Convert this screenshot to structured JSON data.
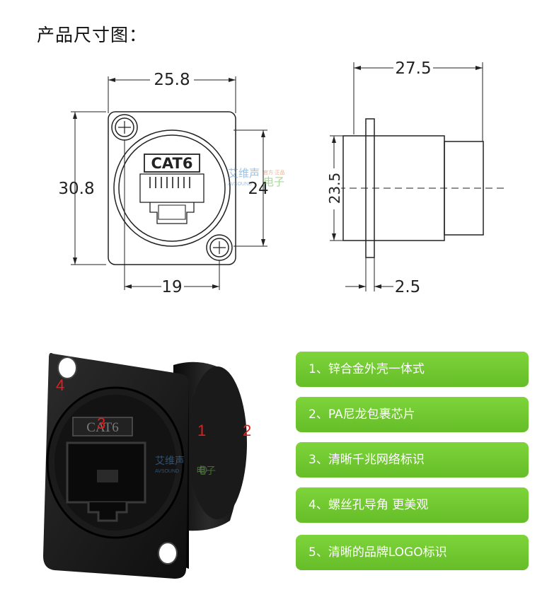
{
  "title": "产品尺寸图：",
  "dimensions": {
    "front_width": "25.8",
    "front_height": "30.8",
    "inner_height": "24",
    "hole_spacing": "19",
    "side_length": "27.5",
    "side_height": "23.5",
    "flange_thickness": "2.5",
    "jack_label": "CAT6"
  },
  "watermark": {
    "brand_cn": "艾维声",
    "brand_en": "AVSOUND",
    "badge": "官方·正品",
    "suffix": "电子"
  },
  "photo": {
    "jack_label": "CAT6",
    "callouts": [
      "4",
      "3",
      "1",
      "2"
    ]
  },
  "features": [
    "1、锌合金外壳一体式",
    "2、PA尼龙包裹芯片",
    "3、清晰千兆网络标识",
    "4、螺丝孔导角 更美观",
    "5、清晰的品牌LOGO标识"
  ],
  "colors": {
    "feature_bg": "#72c832",
    "callout_red": "#e51d1d",
    "line": "#222222"
  }
}
